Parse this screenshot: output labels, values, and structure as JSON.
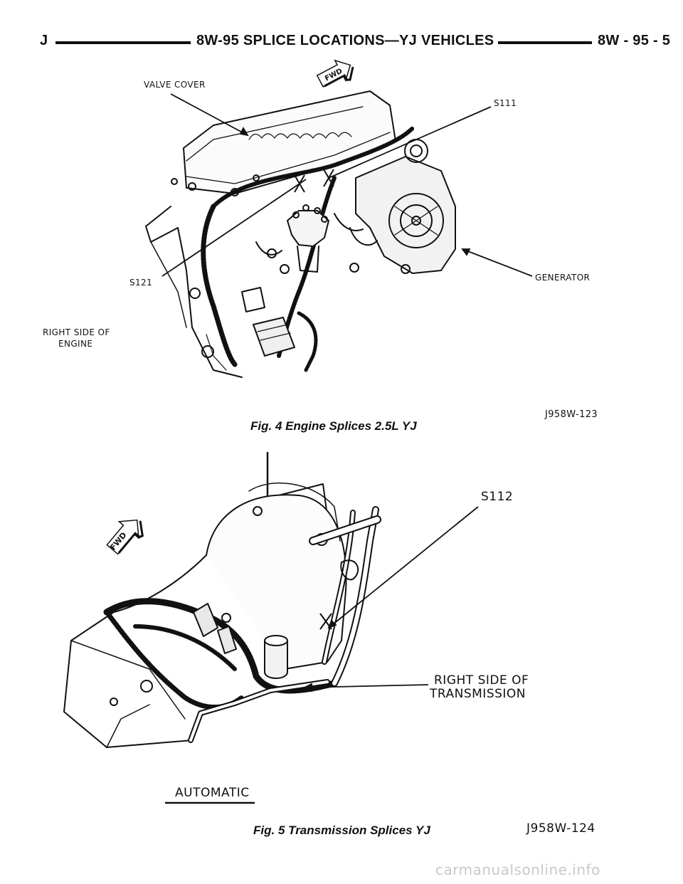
{
  "header": {
    "left": "J",
    "center": "8W-95 SPLICE LOCATIONS—YJ VEHICLES",
    "right": "8W - 95 - 5"
  },
  "figure4": {
    "labels": {
      "valve_cover": "VALVE COVER",
      "s111": "S111",
      "s121": "S121",
      "generator": "GENERATOR",
      "side_line1": "RIGHT SIDE OF",
      "side_line2": "ENGINE",
      "fwd": "FWD"
    },
    "ref": "J958W-123",
    "caption": "Fig. 4 Engine Splices 2.5L YJ"
  },
  "figure5": {
    "labels": {
      "s112": "S112",
      "side_line1": "RIGHT SIDE OF",
      "side_line2": "TRANSMISSION",
      "fwd": "FWD",
      "automatic": "AUTOMATIC"
    },
    "ref": "J958W-124",
    "caption": "Fig. 5 Transmission Splices YJ"
  },
  "footer_watermark": "carmanualsonline.info"
}
